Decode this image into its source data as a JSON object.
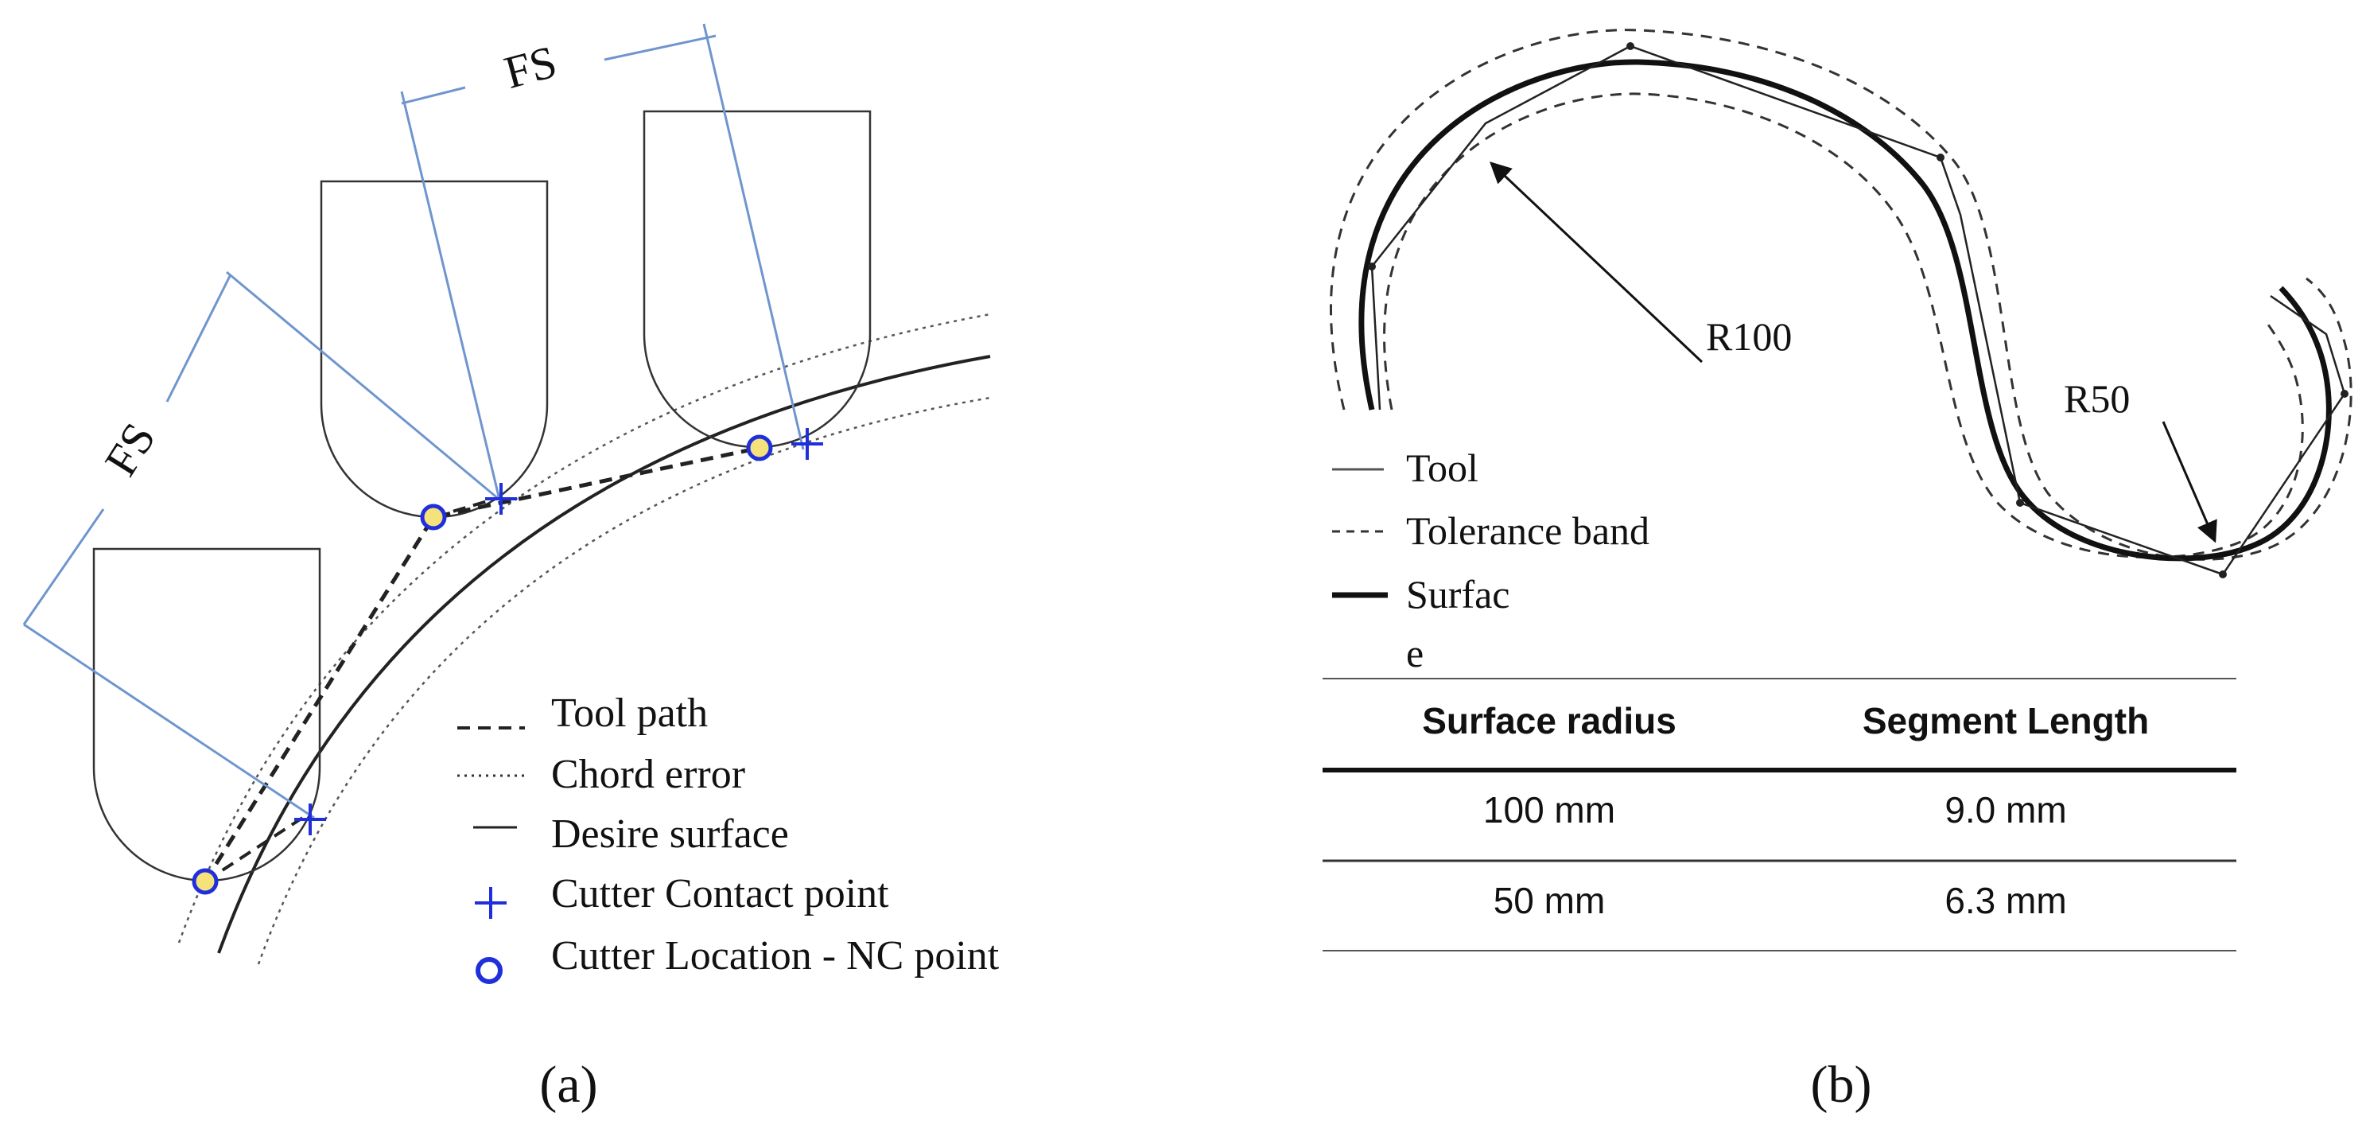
{
  "panel_a": {
    "caption": "(a)",
    "dimension_labels": [
      "FS",
      "FS"
    ],
    "legend": [
      {
        "label": "Tool path",
        "symbol": "dashed-line"
      },
      {
        "label": "Chord error",
        "symbol": "dotted-line"
      },
      {
        "label": "Desire surface",
        "symbol": "solid-line"
      },
      {
        "label": "Cutter Contact point",
        "symbol": "plus-marker"
      },
      {
        "label": "Cutter Location - NC point",
        "symbol": "circle-marker"
      }
    ],
    "colors": {
      "dimension": "#6f95cf",
      "marker": "#1f2fdc",
      "nc_fill": "#f5e27a",
      "line": "#222222"
    }
  },
  "panel_b": {
    "caption": "(b)",
    "radius_labels": [
      "R100",
      "R50"
    ],
    "legend": [
      {
        "label": "Tool",
        "symbol": "thin-line"
      },
      {
        "label": "Tolerance band",
        "symbol": "dashed-line"
      },
      {
        "label": "Surfac",
        "symbol": "thick-line"
      },
      {
        "label": "e",
        "symbol": "none"
      }
    ],
    "table": {
      "headers": [
        "Surface radius",
        "Segment Length"
      ],
      "rows": [
        [
          "100 mm",
          "9.0 mm"
        ],
        [
          "50 mm",
          "6.3 mm"
        ]
      ]
    }
  }
}
